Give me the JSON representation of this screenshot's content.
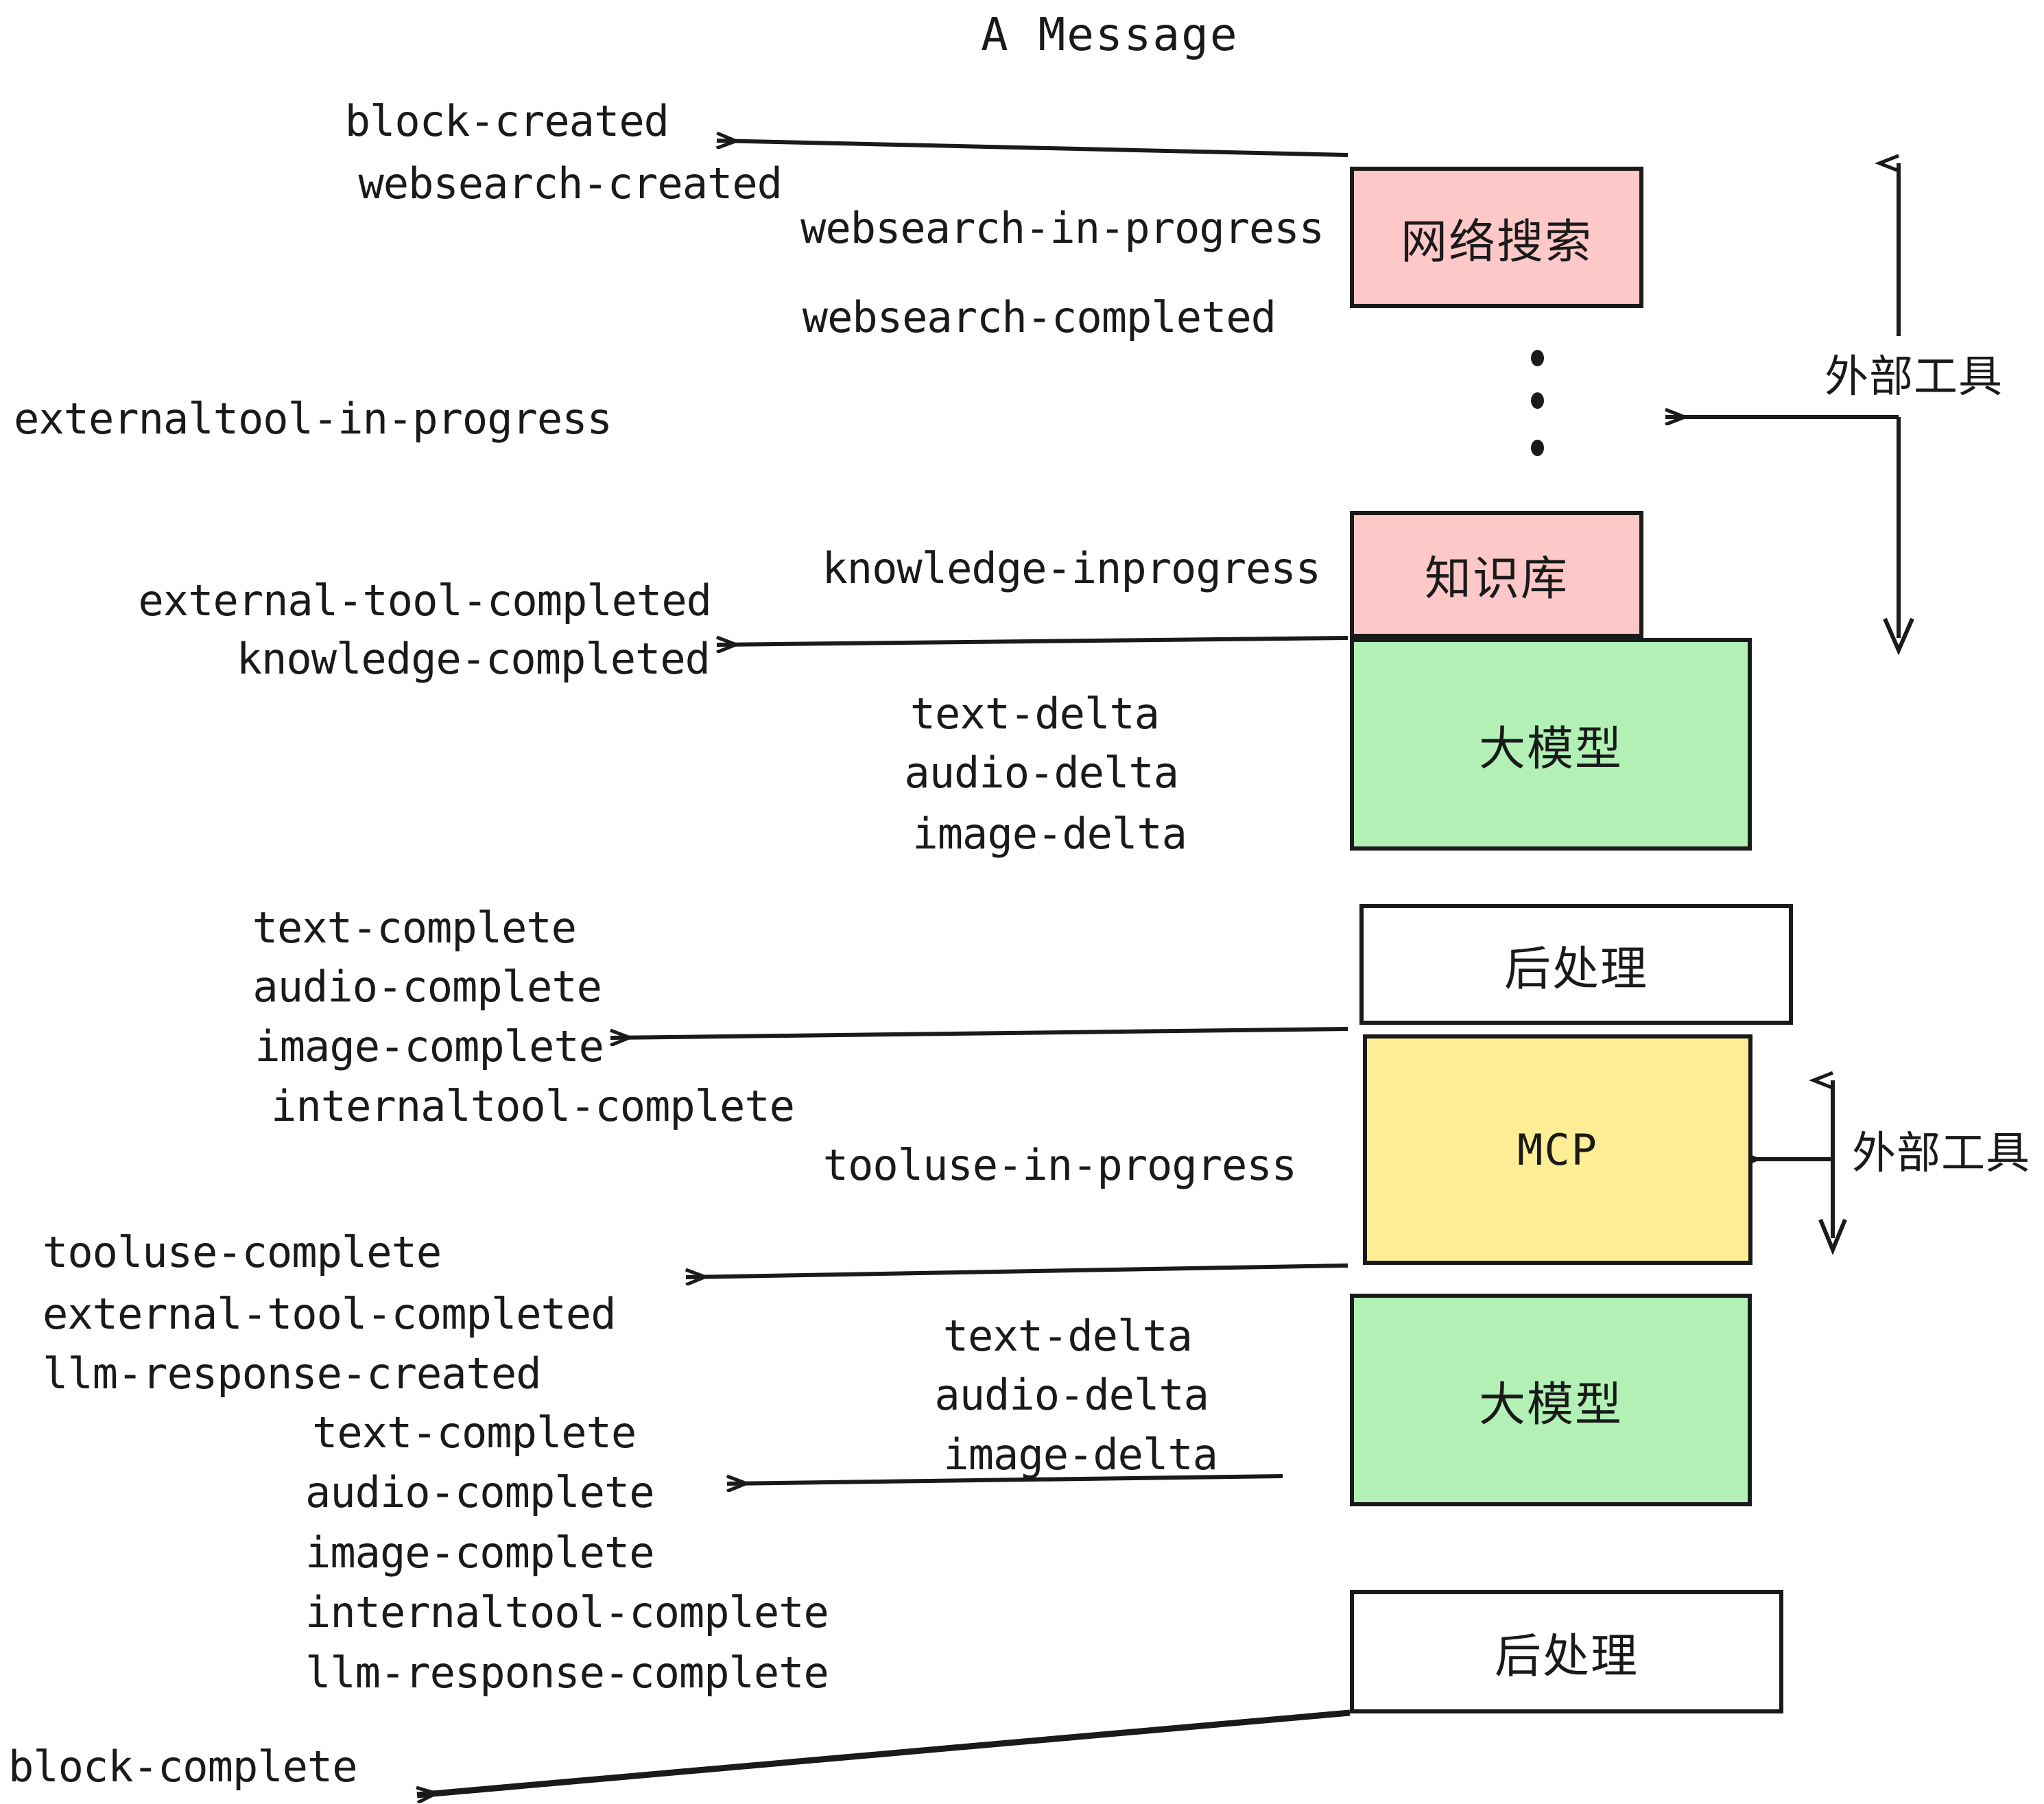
{
  "title": "A Message",
  "colors": {
    "websearch_box": "#FFC8C8",
    "knowledge_box": "#FFC8C8",
    "llm_box": "#B2F0B6",
    "mcp_box": "#FFEE95",
    "postprocess_box": "#FFFFFF",
    "stroke": "#1a1a1a"
  },
  "boxes": [
    {
      "id": "websearch",
      "label": "网络搜索",
      "fill": "#FFC8C8"
    },
    {
      "id": "knowledge",
      "label": "知识库",
      "fill": "#FFC8C8"
    },
    {
      "id": "llm-1",
      "label": "大模型",
      "fill": "#B2F0B6"
    },
    {
      "id": "postprocess-1",
      "label": "后处理",
      "fill": "#FFFFFF"
    },
    {
      "id": "mcp",
      "label": "MCP",
      "fill": "#FFEE95"
    },
    {
      "id": "llm-2",
      "label": "大模型",
      "fill": "#B2F0B6"
    },
    {
      "id": "postprocess-2",
      "label": "后处理",
      "fill": "#FFFFFF"
    }
  ],
  "side_labels": [
    {
      "id": "external-tools-top",
      "label": "外部工具"
    },
    {
      "id": "external-tools-bottom",
      "label": "外部工具"
    }
  ],
  "events": {
    "block_created": "block-created",
    "websearch_created": "websearch-created",
    "websearch_in_progress": "websearch-in-progress",
    "websearch_completed": "websearch-completed",
    "externaltool_in_progress": "externaltool-in-progress",
    "knowledge_inprogress": "knowledge-inprogress",
    "external_tool_completed_1": "external-tool-completed",
    "knowledge_completed": "knowledge-completed",
    "text_delta_1": "text-delta",
    "audio_delta_1": "audio-delta",
    "image_delta_1": "image-delta",
    "text_complete_1": "text-complete",
    "audio_complete_1": "audio-complete",
    "image_complete_1": "image-complete",
    "internaltool_complete_1": "internaltool-complete",
    "tooluse_in_progress": "tooluse-in-progress",
    "tooluse_complete": "tooluse-complete",
    "external_tool_completed_2": "external-tool-completed",
    "llm_response_created": "llm-response-created",
    "text_delta_2": "text-delta",
    "audio_delta_2": "audio-delta",
    "image_delta_2": "image-delta",
    "text_complete_2": "text-complete",
    "audio_complete_2": "audio-complete",
    "image_complete_2": "image-complete",
    "internaltool_complete_2": "internaltool-complete",
    "llm_response_complete": "llm-response-complete",
    "block_complete": "block-complete"
  }
}
